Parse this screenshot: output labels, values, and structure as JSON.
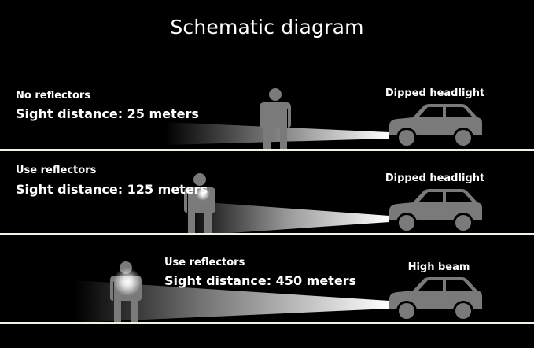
{
  "title": "Schematic diagram",
  "scenarios": [
    {
      "condition": "No reflectors",
      "sight_distance": "Sight distance: 25 meters",
      "headlight": "Dipped headlight"
    },
    {
      "condition": "Use reflectors",
      "sight_distance": "Sight distance: 125 meters",
      "headlight": "Dipped headlight"
    },
    {
      "condition": "Use reflectors",
      "sight_distance": "Sight distance: 450 meters",
      "headlight": "High beam"
    }
  ],
  "colors": {
    "background": "#000000",
    "road_line": "#f3f1dc",
    "figure": "#7a7a7a",
    "beam": "#ffffff"
  }
}
